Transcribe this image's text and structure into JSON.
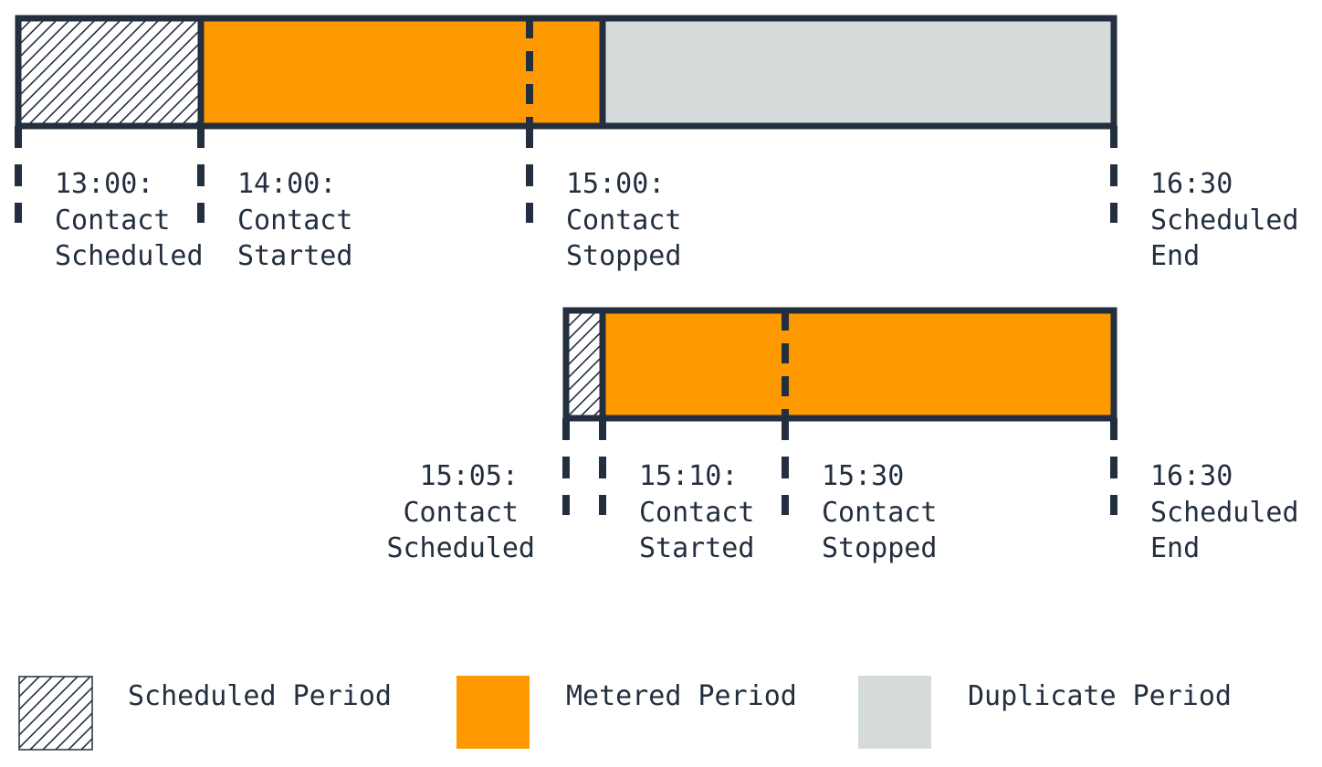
{
  "colors": {
    "ink": "#232f3e",
    "metered": "#ff9900",
    "duplicate": "#d5dbdb",
    "background": "#ffffff"
  },
  "timeline_1": {
    "labels": [
      {
        "time": "13:00:",
        "line1": "Contact",
        "line2": "Scheduled"
      },
      {
        "time": "14:00:",
        "line1": "Contact",
        "line2": "Started"
      },
      {
        "time": "15:00:",
        "line1": "Contact",
        "line2": "Stopped"
      },
      {
        "time": "16:30",
        "line1": "Scheduled",
        "line2": "End"
      }
    ]
  },
  "timeline_2": {
    "labels": [
      {
        "time": "15:05:",
        "line1": "Contact",
        "line2": "Scheduled"
      },
      {
        "time": "15:10:",
        "line1": "Contact",
        "line2": "Started"
      },
      {
        "time": "15:30",
        "line1": "Contact",
        "line2": "Stopped"
      },
      {
        "time": "16:30",
        "line1": "Scheduled",
        "line2": "End"
      }
    ]
  },
  "legend": {
    "scheduled": "Scheduled Period",
    "metered": "Metered Period",
    "duplicate": "Duplicate Period"
  }
}
